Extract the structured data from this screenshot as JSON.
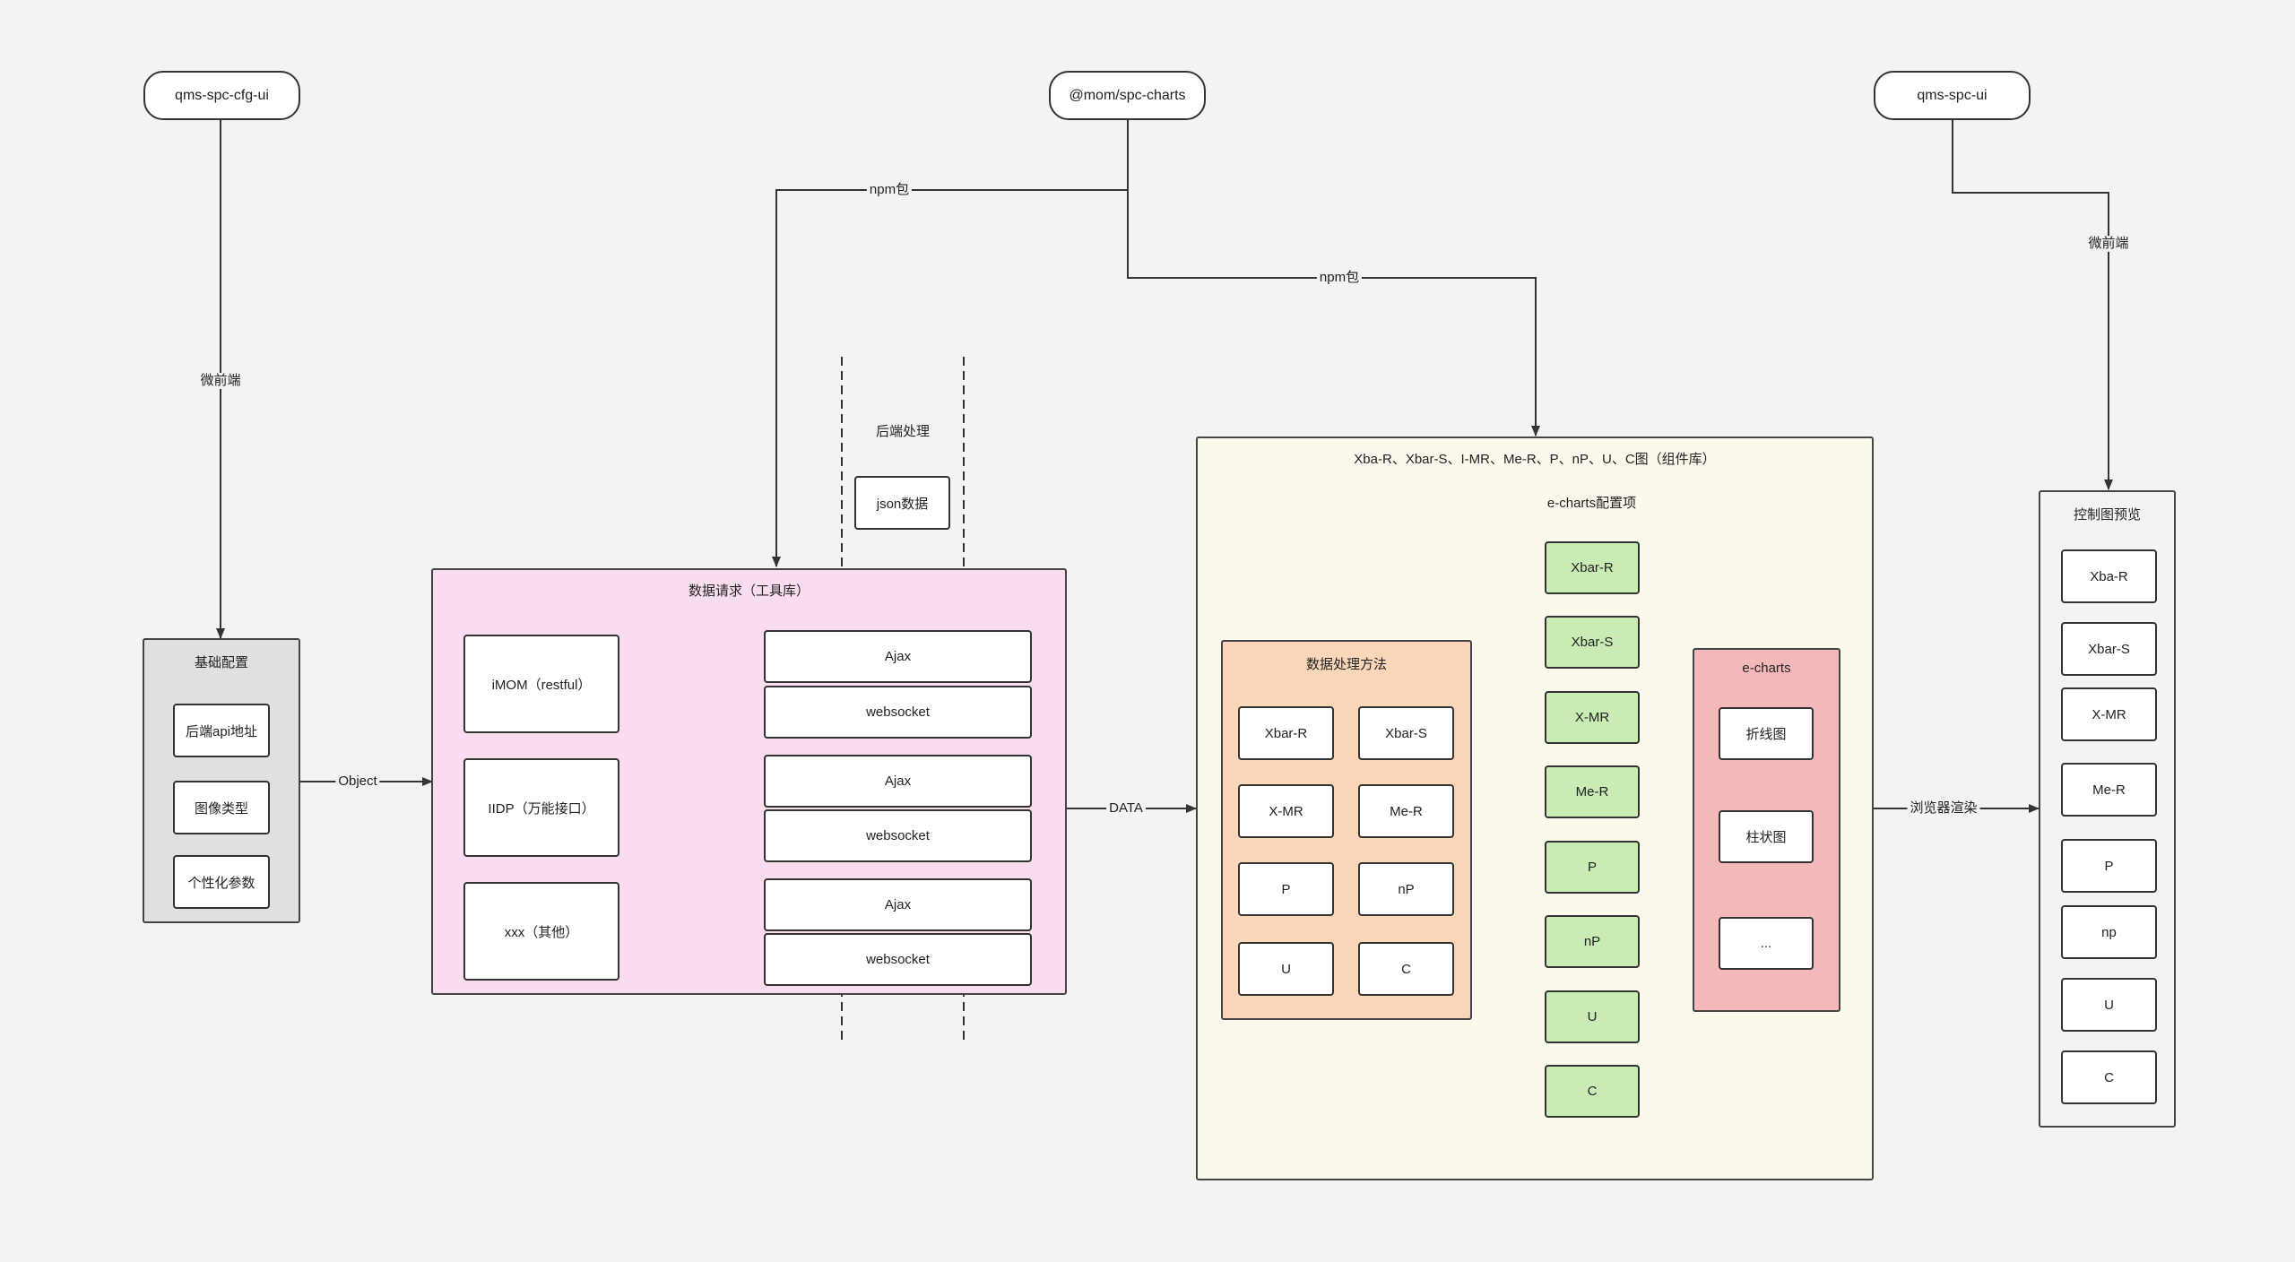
{
  "packages": {
    "cfg_ui": "qms-spc-cfg-ui",
    "spc_charts": "@mom/spc-charts",
    "spc_ui": "qms-spc-ui"
  },
  "edges": {
    "micro_frontend_left": "微前端",
    "npm_left": "npm包",
    "npm_right": "npm包",
    "micro_frontend_right": "微前端",
    "object": "Object",
    "data": "DATA",
    "browser_render": "浏览器渲染"
  },
  "base_config": {
    "title": "基础配置",
    "items": [
      "后端api地址",
      "图像类型",
      "个性化参数"
    ]
  },
  "data_request": {
    "title": "数据请求（工具库）",
    "sources": [
      {
        "name": "iMOM（restful）",
        "methods": [
          "Ajax",
          "websocket"
        ]
      },
      {
        "name": "IIDP（万能接口）",
        "methods": [
          "Ajax",
          "websocket"
        ]
      },
      {
        "name": "xxx（其他）",
        "methods": [
          "Ajax",
          "websocket"
        ]
      }
    ]
  },
  "backend": {
    "title": "后端处理",
    "json_label": "json数据"
  },
  "component_lib": {
    "title": "Xba-R、Xbar-S、I-MR、Me-R、P、nP、U、C图（组件库）",
    "processing": {
      "title": "数据处理方法",
      "items": [
        "Xbar-R",
        "Xbar-S",
        "X-MR",
        "Me-R",
        "P",
        "nP",
        "U",
        "C"
      ]
    },
    "echarts_config": {
      "title": "e-charts配置项",
      "items": [
        "Xbar-R",
        "Xbar-S",
        "X-MR",
        "Me-R",
        "P",
        "nP",
        "U",
        "C"
      ]
    },
    "echarts": {
      "title": "e-charts",
      "items": [
        "折线图",
        "柱状图",
        "..."
      ]
    }
  },
  "preview": {
    "title": "控制图预览",
    "items": [
      "Xba-R",
      "Xbar-S",
      "X-MR",
      "Me-R",
      "P",
      "np",
      "U",
      "C"
    ]
  },
  "colors": {
    "base_config_bg": "#e0e0e0",
    "data_request_bg": "#f9dced",
    "component_lib_bg": "#fbf8ec",
    "processing_bg": "#f8d6b7",
    "echarts_config_item_bg": "#c9ecb4",
    "echarts_bg": "#f5b8ba",
    "preview_bg": "#f3f3f3"
  }
}
